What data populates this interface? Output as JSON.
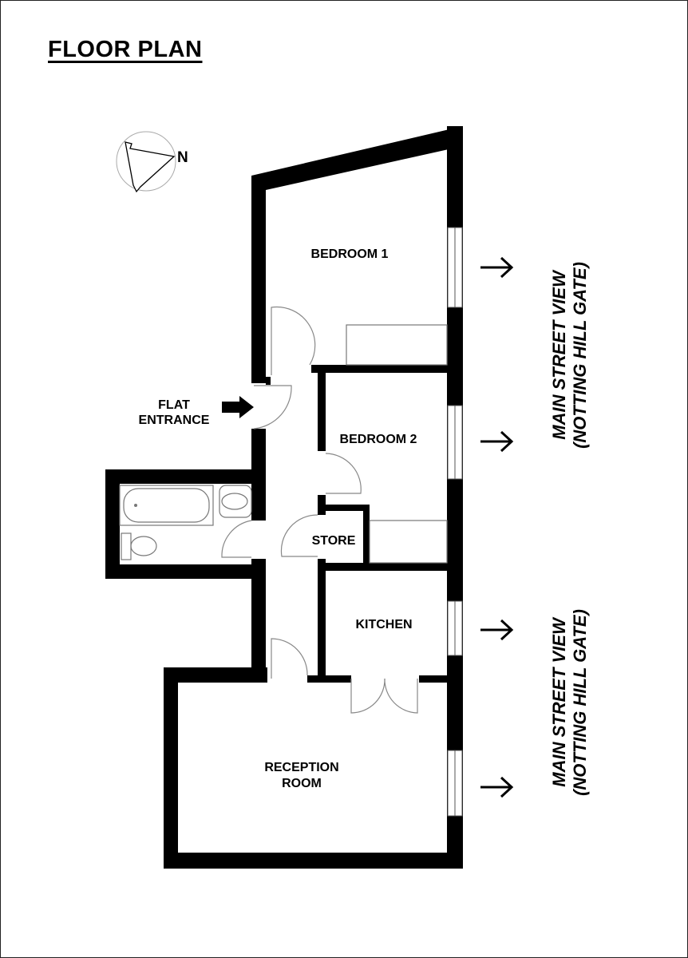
{
  "title": "FLOOR PLAN",
  "compass": {
    "label": "N"
  },
  "rooms": {
    "bedroom1": "BEDROOM 1",
    "bedroom2": "BEDROOM 2",
    "store": "STORE",
    "kitchen": "KITCHEN",
    "reception_line1": "RECEPTION",
    "reception_line2": "ROOM"
  },
  "entrance": {
    "line1": "FLAT",
    "line2": "ENTRANCE"
  },
  "views": [
    {
      "line1": "MAIN STREET VIEW",
      "line2": "(NOTTING HILL GATE)"
    },
    {
      "line1": "MAIN STREET VIEW",
      "line2": "(NOTTING HILL GATE)"
    }
  ],
  "colors": {
    "wall": "#000000",
    "fixture": "#777777"
  }
}
